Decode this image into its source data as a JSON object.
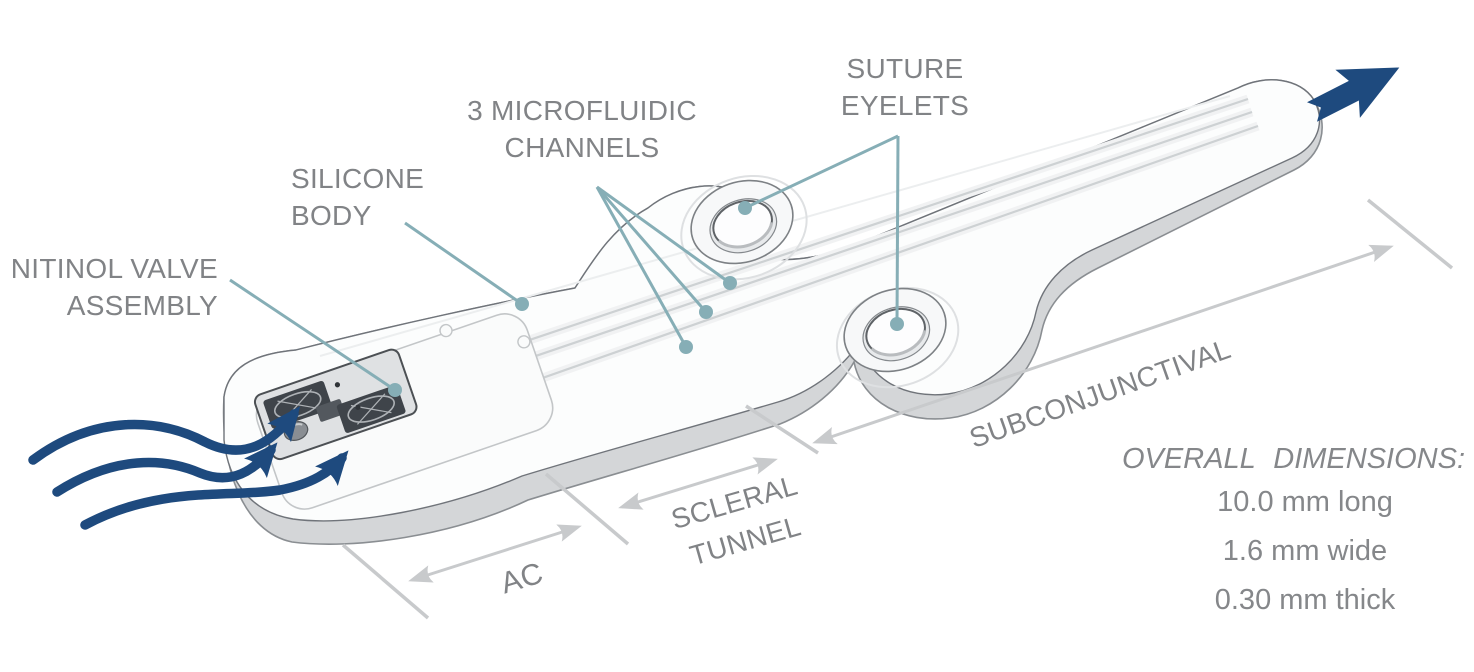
{
  "figure": {
    "type": "annotated-device-diagram",
    "labels": {
      "nitinol_line1": "NITINOL VALVE",
      "nitinol_line2": "ASSEMBLY",
      "silicone_line1": "SILICONE",
      "silicone_line2": "BODY",
      "channels_line1": "3 MICROFLUIDIC",
      "channels_line2": "CHANNELS",
      "suture_line1": "SUTURE",
      "suture_line2": "EYELETS"
    },
    "regions": {
      "ac": "AC",
      "scleral_line1": "SCLERAL",
      "scleral_line2": "TUNNEL",
      "subconjunctival": "SUBCONJUNCTIVAL"
    },
    "dimensions": {
      "title": "OVERALL DIMENSIONS:",
      "length": "10.0 mm long",
      "width": "1.6 mm wide",
      "thickness": "0.30 mm thick"
    },
    "icons": [
      "flow-inlet-arrow-1",
      "flow-inlet-arrow-2",
      "flow-inlet-arrow-3",
      "flow-outlet-arrow"
    ],
    "colors": {
      "label_gray": "#818386",
      "leader_teal": "#86AEB6",
      "dimension_gray": "#C8CACC",
      "flow_blue": "#1E4A7E",
      "body_fill": "#FDFDFE",
      "body_side": "#D4D6D8",
      "body_outline": "#75797D"
    }
  }
}
